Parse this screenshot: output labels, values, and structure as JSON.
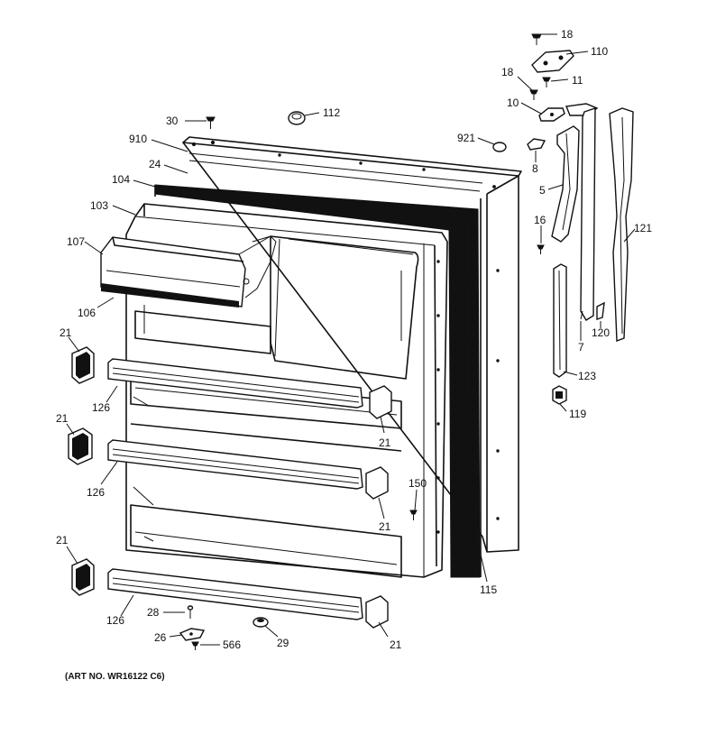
{
  "diagram": {
    "caption": "(ART NO. WR16122 C6)",
    "callouts": [
      {
        "id": "c-18a",
        "text": "18"
      },
      {
        "id": "c-110",
        "text": "110"
      },
      {
        "id": "c-18b",
        "text": "18"
      },
      {
        "id": "c-11",
        "text": "11"
      },
      {
        "id": "c-30",
        "text": "30"
      },
      {
        "id": "c-112",
        "text": "112"
      },
      {
        "id": "c-10",
        "text": "10"
      },
      {
        "id": "c-910",
        "text": "910"
      },
      {
        "id": "c-921",
        "text": "921"
      },
      {
        "id": "c-24",
        "text": "24"
      },
      {
        "id": "c-8",
        "text": "8"
      },
      {
        "id": "c-104",
        "text": "104"
      },
      {
        "id": "c-5",
        "text": "5"
      },
      {
        "id": "c-103",
        "text": "103"
      },
      {
        "id": "c-16",
        "text": "16"
      },
      {
        "id": "c-121",
        "text": "121"
      },
      {
        "id": "c-107",
        "text": "107"
      },
      {
        "id": "c-106",
        "text": "106"
      },
      {
        "id": "c-120",
        "text": "120"
      },
      {
        "id": "c-7",
        "text": "7"
      },
      {
        "id": "c-21a",
        "text": "21"
      },
      {
        "id": "c-123",
        "text": "123"
      },
      {
        "id": "c-126a",
        "text": "126"
      },
      {
        "id": "c-119",
        "text": "119"
      },
      {
        "id": "c-21b",
        "text": "21"
      },
      {
        "id": "c-21c",
        "text": "21"
      },
      {
        "id": "c-126b",
        "text": "126"
      },
      {
        "id": "c-150",
        "text": "150"
      },
      {
        "id": "c-21d",
        "text": "21"
      },
      {
        "id": "c-21e",
        "text": "21"
      },
      {
        "id": "c-115",
        "text": "115"
      },
      {
        "id": "c-126c",
        "text": "126"
      },
      {
        "id": "c-28",
        "text": "28"
      },
      {
        "id": "c-26",
        "text": "26"
      },
      {
        "id": "c-566",
        "text": "566"
      },
      {
        "id": "c-29",
        "text": "29"
      },
      {
        "id": "c-21f",
        "text": "21"
      }
    ]
  }
}
